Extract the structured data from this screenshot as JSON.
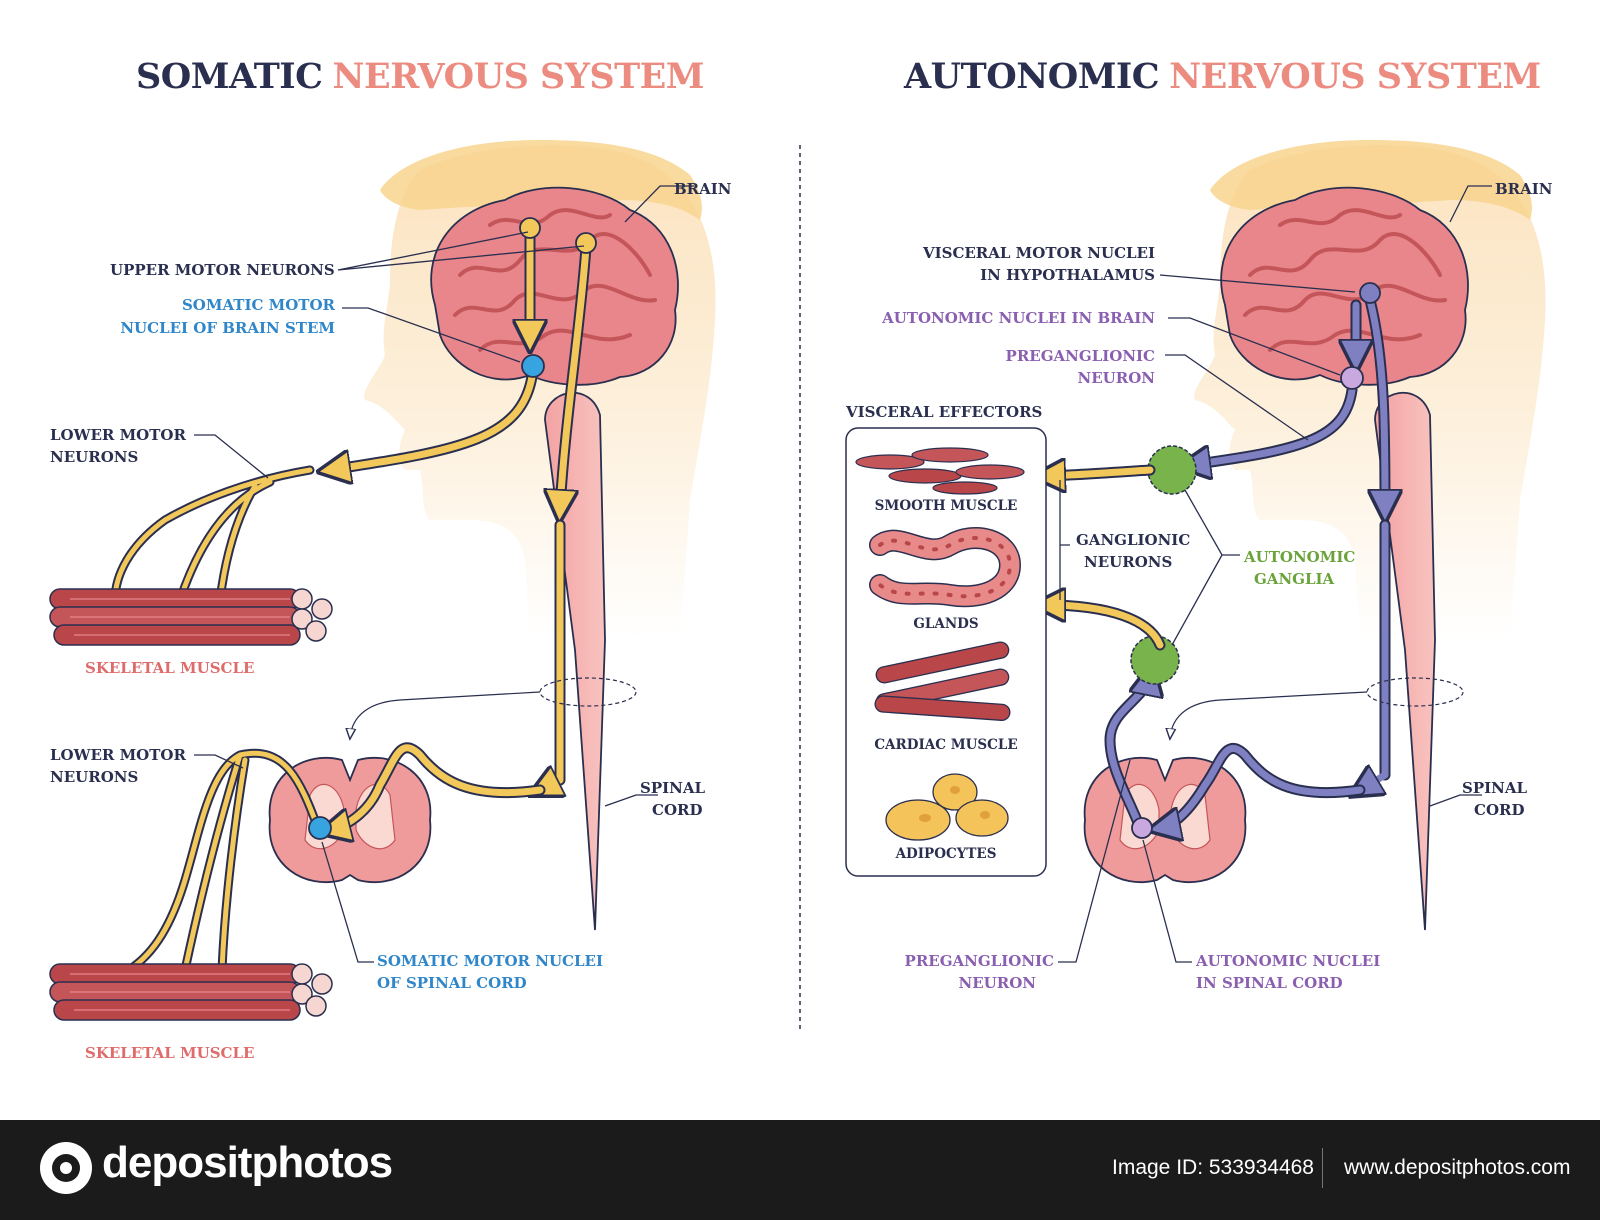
{
  "somatic": {
    "title_a": "SOMATIC",
    "title_b": "NERVOUS SYSTEM",
    "brain": "BRAIN",
    "upper_motor_neurons": "UPPER MOTOR NEURONS",
    "somatic_motor_nuclei_brain_stem_1": "SOMATIC MOTOR",
    "somatic_motor_nuclei_brain_stem_2": "NUCLEI OF BRAIN STEM",
    "lower_motor_neurons_top_1": "LOWER MOTOR",
    "lower_motor_neurons_top_2": "NEURONS",
    "skeletal_muscle_top": "SKELETAL MUSCLE",
    "lower_motor_neurons_bottom_1": "LOWER MOTOR",
    "lower_motor_neurons_bottom_2": "NEURONS",
    "spinal_cord_1": "SPINAL",
    "spinal_cord_2": "CORD",
    "somatic_motor_nuclei_spinal_1": "SOMATIC MOTOR NUCLEI",
    "somatic_motor_nuclei_spinal_2": "OF SPINAL CORD",
    "skeletal_muscle_bottom": "SKELETAL MUSCLE"
  },
  "autonomic": {
    "title_a": "AUTONOMIC",
    "title_b": "NERVOUS SYSTEM",
    "brain": "BRAIN",
    "visceral_motor_1": "VISCERAL MOTOR NUCLEI",
    "visceral_motor_2": "IN HYPOTHALAMUS",
    "autonomic_nuclei_brain": "AUTONOMIC NUCLEI IN BRAIN",
    "preganglionic_top_1": "PREGANGLIONIC",
    "preganglionic_top_2": "NEURON",
    "visceral_effectors": "VISCERAL EFFECTORS",
    "smooth_muscle": "SMOOTH MUSCLE",
    "glands": "GLANDS",
    "cardiac_muscle": "CARDIAC MUSCLE",
    "adipocytes": "ADIPOCYTES",
    "ganglionic_neurons_1": "GANGLIONIC",
    "ganglionic_neurons_2": "NEURONS",
    "autonomic_ganglia_1": "AUTONOMIC",
    "autonomic_ganglia_2": "GANGLIA",
    "spinal_cord_1": "SPINAL",
    "spinal_cord_2": "CORD",
    "preganglionic_bottom_1": "PREGANGLIONIC",
    "preganglionic_bottom_2": "NEURON",
    "autonomic_nuclei_spinal_1": "AUTONOMIC NUCLEI",
    "autonomic_nuclei_spinal_2": "IN SPINAL CORD"
  },
  "footer": {
    "logo": "depositphotos",
    "image_id": "Image ID: 533934468",
    "url": "www.depositphotos.com"
  },
  "colors": {
    "navy": "#2a2f4f",
    "salmon": "#ec8b80",
    "blue_label": "#2f86c9",
    "purple_label": "#8a5fb0",
    "green_label": "#6aa33a",
    "yellow_path": "#f3c85a",
    "purple_path": "#7f80c2",
    "muscle_red": "#b9474a",
    "brain_pink": "#e8868c",
    "skin": "#fbe6c4",
    "ganglion_green": "#79b34b"
  }
}
